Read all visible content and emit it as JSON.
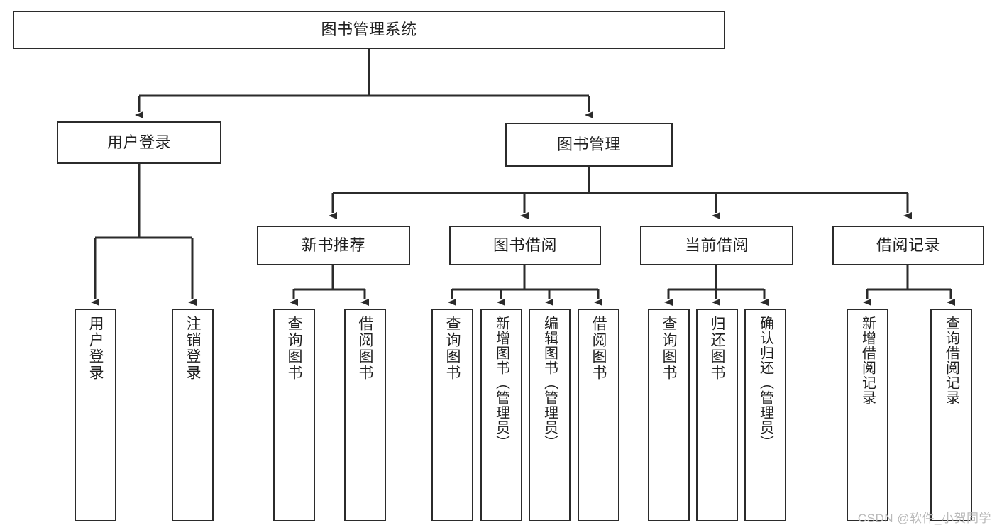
{
  "diagram": {
    "title": "图书管理系统",
    "type": "hierarchy-tree",
    "stroke_color": "#2b2b2b",
    "text_color": "#1f1f1f",
    "background_color": "#ffffff",
    "watermark": "CSDN @软件_小贺同学",
    "levels": {
      "root": {
        "label": "图书管理系统"
      },
      "level2": [
        {
          "label": "用户登录"
        },
        {
          "label": "图书管理"
        }
      ],
      "level3": [
        {
          "label": "新书推荐"
        },
        {
          "label": "图书借阅"
        },
        {
          "label": "当前借阅"
        },
        {
          "label": "借阅记录"
        }
      ],
      "leaves": {
        "user_login": [
          {
            "label": "用户登录"
          },
          {
            "label": "注销登录"
          }
        ],
        "new_book_recommend": [
          {
            "label": "查询图书"
          },
          {
            "label": "借阅图书"
          }
        ],
        "book_borrow": [
          {
            "label": "查询图书"
          },
          {
            "label": "新增图书（管理员）"
          },
          {
            "label": "编辑图书（管理员）"
          },
          {
            "label": "借阅图书"
          }
        ],
        "current_borrow": [
          {
            "label": "查询图书"
          },
          {
            "label": "归还图书"
          },
          {
            "label": "确认归还（管理员）"
          }
        ],
        "borrow_record": [
          {
            "label": "新增借阅记录"
          },
          {
            "label": "查询借阅记录"
          }
        ]
      }
    }
  }
}
